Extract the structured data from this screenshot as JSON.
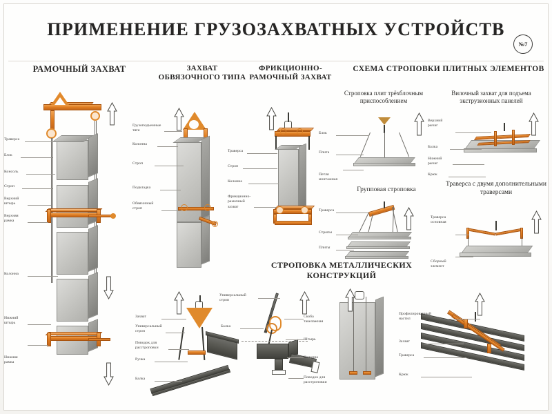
{
  "poster": {
    "title": "ПРИМЕНЕНИЕ ГРУЗОЗАХВАТНЫХ УСТРОЙСТВ",
    "badge": "№7"
  },
  "sections": {
    "frame_grip": {
      "heading": "РАМОЧНЫЙ\nЗАХВАТ",
      "labels": [
        "Траверса",
        "Блок",
        "Консоль",
        "Строп",
        "Верхний\nштырь",
        "Верхняя\nрамка",
        "Колонна",
        "Нижний\nштырь",
        "Нижняя\nрамка"
      ]
    },
    "tie_grip": {
      "heading": "ЗАХВАТ\nОБВЯЗОЧНОГО\nТИПА",
      "labels": [
        "Грузоподъемные\nтяги",
        "Колонна",
        "Строп",
        "Подкладка",
        "Обвязочный\nстроп"
      ]
    },
    "friction_grip": {
      "heading": "ФРИКЦИОННО-\nРАМОЧНЫЙ\nЗАХВАТ",
      "labels": [
        "Траверса",
        "Строп",
        "Колонна",
        "Фрикционно-\nрамочный\nзахват"
      ]
    },
    "slab_slinging": {
      "heading": "СХЕМА СТРОПОВКИ\nПЛИТНЫХ ЭЛЕМЕНТОВ",
      "sub_three_block": {
        "heading": "Строповка плит\nтрёхблочным\nприспособлением",
        "labels": [
          "Блок",
          "Плита",
          "Петля\nмонтажная"
        ]
      },
      "sub_fork": {
        "heading": "Вилочный захват\nдля подъема\nэкструзионных панелей",
        "labels": [
          "Верхний\nрычаг",
          "Балка",
          "Нижний\nрычаг",
          "Крюк"
        ]
      },
      "sub_group": {
        "heading": "Групповая\nстроповка",
        "labels": [
          "Траверса",
          "Стропы",
          "Плиты"
        ]
      },
      "sub_traverse": {
        "heading": "Траверса с двумя\nдополнительными\nтраверсами",
        "labels": [
          "Траверса\nосновная",
          "Сборный\nэлемент"
        ]
      }
    },
    "metal_slinging": {
      "heading": "СТРОПОВКА\nМЕТАЛЛИЧЕСКИХ КОНСТРУКЦИЙ",
      "group_left": {
        "labels": [
          "Захват",
          "Универсальный\nстроп",
          "Поводок для\nрасстроповки",
          "Ручка",
          "Балка"
        ]
      },
      "group_mid": {
        "labels": [
          "Универсальный\nстроп",
          "Балка",
          "Скоба\nтакелажная",
          "Штырь",
          "Колонна",
          "Поводок для\nрасстроповки"
        ]
      },
      "group_right": {
        "labels": [
          "Профилированный\nнастил",
          "Захват",
          "Траверса",
          "Крюк"
        ]
      }
    }
  }
}
